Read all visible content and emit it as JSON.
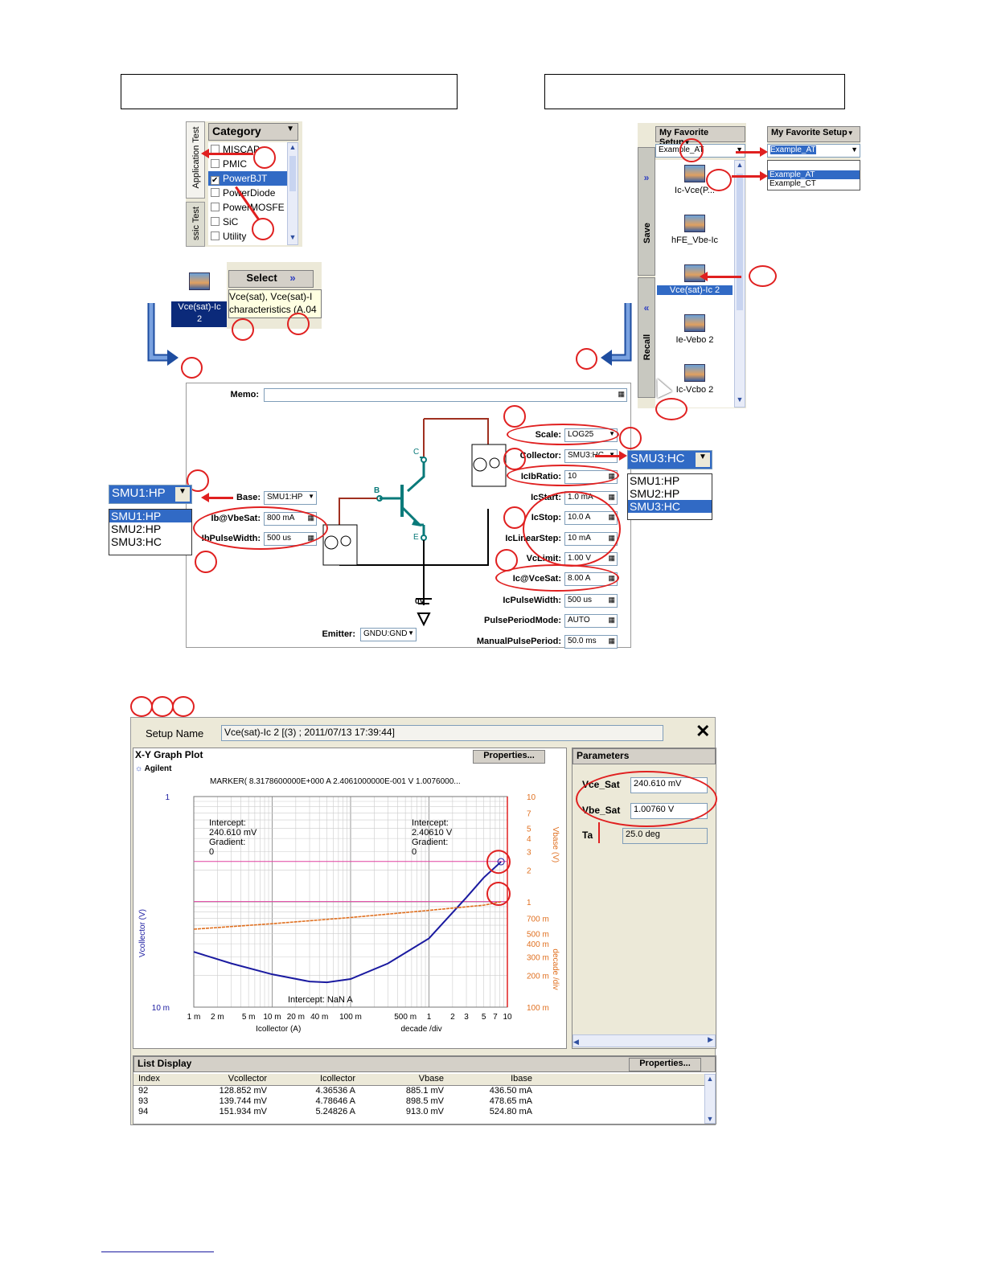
{
  "category_panel": {
    "header": "Category",
    "tab_application": "Application Test",
    "tab_classic": "ssic Test",
    "items": [
      {
        "label": "MISCAP",
        "checked": false
      },
      {
        "label": "PMIC",
        "checked": false
      },
      {
        "label": "PowerBJT",
        "checked": true
      },
      {
        "label": "PowerDiode",
        "checked": false
      },
      {
        "label": "PowerMOSFE",
        "checked": false
      },
      {
        "label": "SiC",
        "checked": false
      },
      {
        "label": "Utility",
        "checked": false
      }
    ]
  },
  "select_panel": {
    "tile_label_1": "Vce(sat)-Ic",
    "tile_label_2": "2",
    "select_button": "Select",
    "tooltip_line1": "Vce(sat), Vce(sat)-I",
    "tooltip_line2": "characteristics (A.04"
  },
  "favorites": {
    "header": "My Favorite Setup",
    "current": "Example_AT",
    "save_tab": "Save",
    "recall_tab": "Recall",
    "tiles": [
      "Ic-Vce(P...",
      "hFE_Vbe-Ic",
      "Vce(sat)-Ic 2",
      "Ie-Vebo 2",
      "Ic-Vcbo 2"
    ],
    "dropdown_header": "My Favorite Setup",
    "dropdown_value": "Example_AT",
    "dropdown_options": [
      "Example_AT",
      "Example_CT"
    ]
  },
  "setup": {
    "memo_label": "Memo:",
    "base_label": "Base:",
    "base_value": "SMU1:HP",
    "ib_label": "Ib@VbeSat:",
    "ib_value": "800 mA",
    "ibpulse_label": "IbPulseWidth:",
    "ibpulse_value": "500 us",
    "scale_label": "Scale:",
    "scale_value": "LOG25",
    "collector_label": "Collector:",
    "collector_value": "SMU3:HC",
    "icibratio_label": "IcIbRatio:",
    "icibratio_value": "10",
    "icstart_label": "IcStart:",
    "icstart_value": "1.0 mA",
    "icstop_label": "IcStop:",
    "icstop_value": "10.0 A",
    "iclinear_label": "IcLinearStep:",
    "iclinear_value": "10 mA",
    "vclimit_label": "VcLimit:",
    "vclimit_value": "1.00 V",
    "icvcesat_label": "Ic@VceSat:",
    "icvcesat_value": "8.00 A",
    "icpulse_label": "IcPulseWidth:",
    "icpulse_value": "500 us",
    "ppmode_label": "PulsePeriodMode:",
    "ppmode_value": "AUTO",
    "manual_label": "ManualPulsePeriod:",
    "manual_value": "50.0 ms",
    "emitter_label": "Emitter:",
    "emitter_value": "GNDU:GND",
    "node_b": "B",
    "node_c": "C",
    "node_e": "E",
    "zero_v": "0V"
  },
  "smu_left": {
    "selected": "SMU1:HP",
    "options": [
      "SMU1:HP",
      "SMU2:HP",
      "SMU3:HC"
    ]
  },
  "smu_right": {
    "selected": "SMU3:HC",
    "options": [
      "SMU1:HP",
      "SMU2:HP",
      "SMU3:HC"
    ]
  },
  "result": {
    "setup_name_label": "Setup Name",
    "setup_name_value": "Vce(sat)-Ic 2 [(3) ; 2011/07/13 17:39:44]",
    "graph_title": "X-Y Graph Plot",
    "properties": "Properties...",
    "agilent": "Agilent",
    "marker": "MARKER( 8.3178600000E+000 A  2.4061000000E-001 V  1.0076000...",
    "params_title": "Parameters",
    "params": [
      {
        "label": "Vce_Sat",
        "value": "240.610 mV"
      },
      {
        "label": "Vbe_Sat",
        "value": "1.00760 V"
      },
      {
        "label": "Ta",
        "value": "25.0 deg"
      }
    ],
    "intercept_left": [
      "Intercept:",
      "240.610 mV",
      "Gradient:",
      "0"
    ],
    "intercept_right": [
      "Intercept:",
      "2.40610 V",
      "Gradient:",
      "0"
    ],
    "intercept_bottom": "Intercept:  NaN A",
    "list_title": "List Display",
    "list_headers": [
      "Index",
      "Vcollector",
      "Icollector",
      "Vbase",
      "Ibase"
    ],
    "list_rows": [
      [
        "92",
        "128.852 mV",
        "4.36536 A",
        "885.1 mV",
        "436.50 mA"
      ],
      [
        "93",
        "139.744 mV",
        "4.78646 A",
        "898.5 mV",
        "478.65 mA"
      ],
      [
        "94",
        "151.934 mV",
        "5.24826 A",
        "913.0 mV",
        "524.80 mA"
      ]
    ]
  },
  "chart_data": {
    "type": "line",
    "xlabel": "Icollector (A)",
    "x_scale_label": "decade /div",
    "ylabel_left": "Vcollector (V)",
    "ylabel_right": "Vbase (V)",
    "y_right_scale_label": "decade /div",
    "x_ticks": [
      "1 m",
      "2 m",
      "5 m",
      "10 m",
      "20 m",
      "40 m",
      "100 m",
      "500 m",
      "1",
      "2",
      "3",
      "5",
      "7",
      "10"
    ],
    "y_left_ticks": [
      "1",
      "10 m"
    ],
    "y_right_ticks": [
      "10",
      "7",
      "5",
      "4",
      "3",
      "2",
      "1",
      "700 m",
      "500 m",
      "400 m",
      "300 m",
      "200 m",
      "100 m"
    ],
    "xlim": [
      0.001,
      10
    ],
    "ylim_left": [
      0.01,
      1
    ],
    "ylim_right": [
      0.1,
      10
    ],
    "series": [
      {
        "name": "Vcollector",
        "color": "#1a1aa0",
        "x": [
          0.001,
          0.003,
          0.01,
          0.03,
          0.05,
          0.1,
          0.3,
          1,
          3,
          5,
          8.3
        ],
        "y": [
          0.0335,
          0.026,
          0.0205,
          0.0175,
          0.0172,
          0.0185,
          0.026,
          0.045,
          0.11,
          0.17,
          0.24
        ]
      },
      {
        "name": "Vbase",
        "color": "#e07020",
        "x": [
          0.001,
          0.01,
          0.1,
          1,
          5,
          8.3
        ],
        "y": [
          0.55,
          0.62,
          0.71,
          0.83,
          0.93,
          1.0
        ]
      }
    ],
    "markers": {
      "vce_sat": 0.2406,
      "vbe_sat": 1.0076
    },
    "colors": {
      "pink_line": "#e040a0",
      "marker_red": "#e02020",
      "axis_orange": "#e07020",
      "axis_blue": "#1a1aa0"
    }
  }
}
